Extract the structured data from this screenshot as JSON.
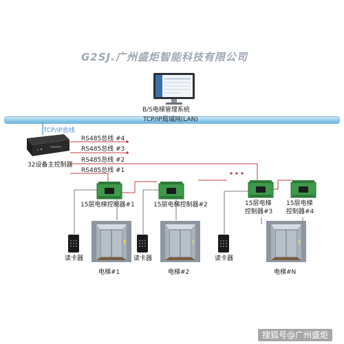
{
  "logo": {
    "text": "G2SJ.广州盛炬智能科技有限公司"
  },
  "system": {
    "label": "B/S电梯管理系统"
  },
  "network": {
    "lan_label": "TCP/IP局域网(LAN)",
    "tcpip_label": "TCP/IP总线"
  },
  "main_controller": {
    "label": "32设备主控制器"
  },
  "buses": [
    {
      "label": "RS485总线 #4"
    },
    {
      "label": "RS485总线 #3"
    },
    {
      "label": "RS485总线 #2"
    },
    {
      "label": "RS485总线 #1"
    }
  ],
  "floor_controllers": [
    {
      "label": "15层电梯控制器#1"
    },
    {
      "label": "15层电梯控制器#2"
    },
    {
      "label_line1": "15层电梯",
      "label_line2": "控制器#3"
    },
    {
      "label_line1": "15层电梯",
      "label_line2": "控制器#4"
    }
  ],
  "card_reader": {
    "label": "读卡器"
  },
  "elevators": [
    {
      "label": "电梯#1"
    },
    {
      "label": "电梯#2"
    },
    {
      "label": "电梯#N"
    }
  ],
  "watermark": {
    "text": "搜狐号@广州盛炬"
  },
  "colors": {
    "wire": "#c23b3b",
    "lan": "#8fcbe9",
    "pcb": "#3d9a4a",
    "tcpip_text": "#4a8ed1"
  }
}
